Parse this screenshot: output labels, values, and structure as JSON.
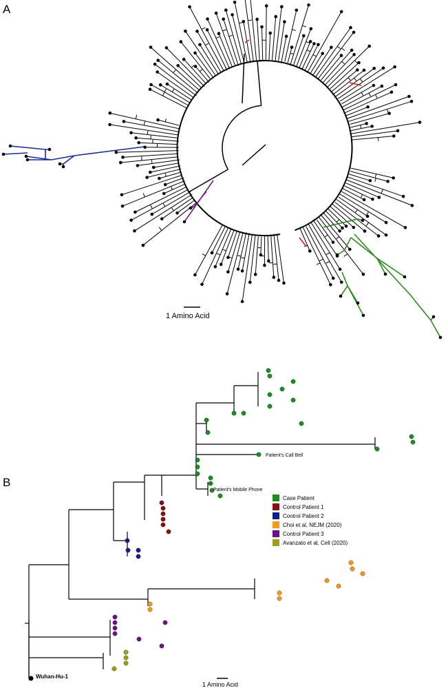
{
  "panels": {
    "a_label": "A",
    "b_label": "B"
  },
  "scale_bars": {
    "a": "1 Amino Acid",
    "b": "1 Amino Acid"
  },
  "tip_labels": {
    "call_bell": "Patient's Call Bell",
    "mobile_phone": "Patient's Mobile Phone",
    "root": "Wuhan-Hu-1"
  },
  "legend": [
    {
      "label": "Case Patient",
      "color": "#1e8c1e"
    },
    {
      "label": "Control Patient 1",
      "color": "#8b1010"
    },
    {
      "label": "Control Patient 2",
      "color": "#101f8b"
    },
    {
      "label": "Choi et al, NEJM (2020)",
      "color": "#f39a1e"
    },
    {
      "label": "Control Patient 3",
      "color": "#6a1089"
    },
    {
      "label": "Avanzato et al, Cell (2020)",
      "color": "#9e9e1a"
    }
  ],
  "colors": {
    "branch": "#000000",
    "case_patient": "#1e8c1e",
    "control_patient_1": "#8b1010",
    "control_patient_2": "#101f8b",
    "choi": "#f39a1e",
    "control_patient_3": "#6a1089",
    "avanzato": "#9e9e1a",
    "highlight_red": "#d42020",
    "panel_a_blue": "#1a2a9a",
    "panel_a_purple": "#7a1a8a",
    "panel_a_green": "#2a8a1a"
  }
}
